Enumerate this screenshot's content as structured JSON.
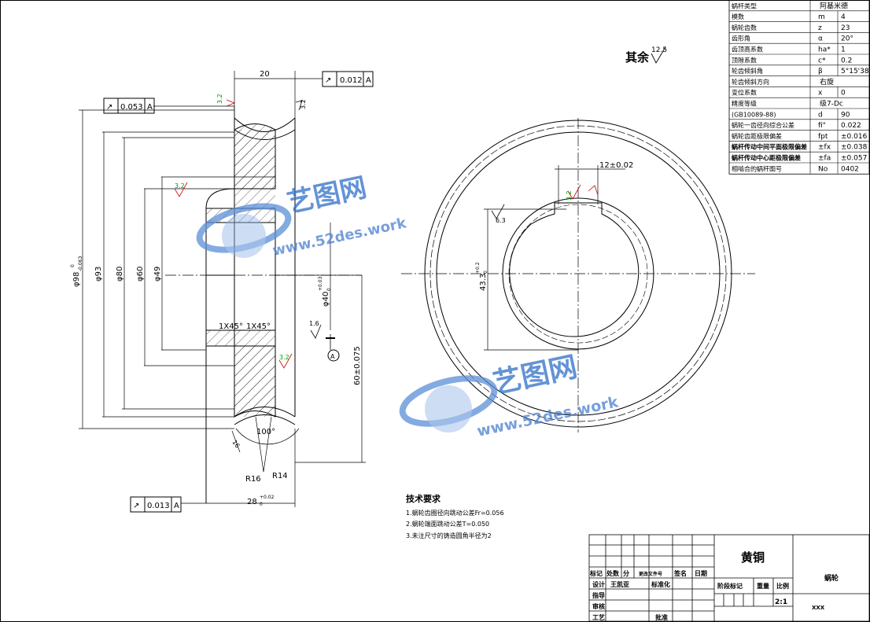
{
  "param_table": [
    {
      "name": "蜗杆类型",
      "sym": "",
      "val": "阿基米德"
    },
    {
      "name": "模数",
      "sym": "m",
      "val": "4"
    },
    {
      "name": "蜗轮齿数",
      "sym": "z",
      "val": "23"
    },
    {
      "name": "齿形角",
      "sym": "α",
      "val": "20°"
    },
    {
      "name": "齿顶高系数",
      "sym": "ha*",
      "val": "1"
    },
    {
      "name": "顶隙系数",
      "sym": "c*",
      "val": "0.2"
    },
    {
      "name": "轮齿倾斜角",
      "sym": "β",
      "val": "5°15'38\""
    },
    {
      "name": "轮齿倾斜方向",
      "sym": "",
      "val": "右旋"
    },
    {
      "name": "变位系数",
      "sym": "x",
      "val": "0"
    },
    {
      "name": "精度等级",
      "sym": "",
      "val": "级7-Dc"
    },
    {
      "name": "(GB10089-88)",
      "sym": "d",
      "val": "90"
    },
    {
      "name": "蜗轮一齿径向综合公差",
      "sym": "fi\"",
      "val": "0.022"
    },
    {
      "name": "蜗轮齿距极限偏差",
      "sym": "fpt",
      "val": "±0.016"
    },
    {
      "name": "蜗杆传动中间平面极限偏差",
      "sym": "±fx",
      "val": "±0.038"
    },
    {
      "name": "蜗杆传动中心距极限偏差",
      "sym": "±fa",
      "val": "±0.057"
    },
    {
      "name": "相啮合的蜗杆图号",
      "sym": "No",
      "val": "0402"
    }
  ],
  "roughness_note": {
    "label": "其余",
    "value": "12.5"
  },
  "watermark": {
    "brand": "艺图网",
    "url": "www.52des.work"
  },
  "left_view": {
    "dim_top_width": "20",
    "gtol_top": {
      "symbol": "↗",
      "value": "0.012",
      "datum": "A"
    },
    "gtol_left": {
      "symbol": "↗",
      "value": "0.053",
      "datum": "A"
    },
    "gtol_bottom": {
      "symbol": "↗",
      "value": "0.013",
      "datum": "A"
    },
    "rough_32_a": "3.2",
    "rough_32_b": "3.2",
    "rough_32_c": "3.2",
    "rough_32_d": "3.2",
    "rough_16": "1.6",
    "dia_98": "φ98",
    "dia_98_tol": "-0.063",
    "dia_98_tol2": "0",
    "dia_93": "φ93",
    "dia_80": "φ80",
    "dia_60": "φ60",
    "dia_49": "φ49",
    "dia_40": "φ40",
    "dia_40_tol": "+0.03",
    "dia_40_tol2": "0",
    "chamfer_a": "1X45°",
    "chamfer_b": "1X45°",
    "dim_60": "60±0.075",
    "angle_100": "100°",
    "r16": "R16",
    "r14": "R14",
    "dim_16": "16",
    "dim_28": "28",
    "dim_28_tol": "+0.02",
    "dim_28_tol2": "0",
    "datum_a": "A"
  },
  "right_view": {
    "key_width": "12±0.02",
    "rough_32": "3.2",
    "rough_63": "6.3",
    "key_depth": "43.3",
    "key_depth_tol": "+0.2",
    "key_depth_tol2": "0"
  },
  "tech_req": {
    "title": "技术要求",
    "items": [
      "1.蜗轮齿圈径向跳动公差Fr=0.056",
      "2.蜗轮端面跳动公差T=0.050",
      "3.未注尺寸的铸造圆角半径为2"
    ]
  },
  "title_block": {
    "material": "黄铜",
    "part_name": "蜗轮",
    "code": "XXX",
    "scale": "2:1",
    "hdr_mark": "标记",
    "hdr_count": "处数",
    "hdr_zone": "分",
    "hdr_docno": "更改文件号",
    "hdr_sign": "签名",
    "hdr_date": "日期",
    "design": "设计",
    "designer": "王凯亚",
    "standardize": "标准化",
    "check": "指导",
    "review": "审核",
    "process": "工艺",
    "approve": "批准",
    "stage_mark": "阶段标记",
    "weight": "重量",
    "ratio": "比例"
  }
}
